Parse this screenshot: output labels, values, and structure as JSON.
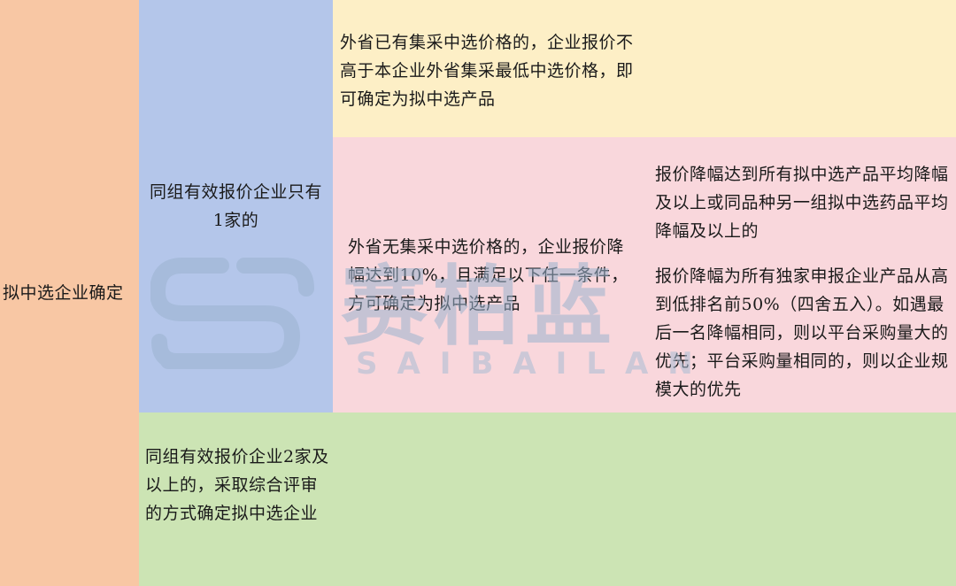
{
  "root": {
    "label": "拟中选企业确定"
  },
  "single_bidder": {
    "label": "同组有效报价企业只有1家的"
  },
  "has_provincial_price": {
    "text": "外省已有集采中选价格的，企业报价不高于本企业外省集采最低中选价格，即可确定为拟中选产品"
  },
  "no_provincial_price": {
    "text": "外省无集采中选价格的，企业报价降幅达到10%，且满足以下任一条件，方可确定为拟中选产品"
  },
  "conditions": [
    {
      "text": "报价降幅达到所有拟中选产品平均降幅及以上或同品种另一组拟中选药品平均降幅及以上的"
    },
    {
      "text": "报价降幅为所有独家申报企业产品从高到低排名前50%（四舍五入）。如遇最后一名降幅相同，则以平台采购量大的优先；平台采购量相同的，则以企业规模大的优先"
    }
  ],
  "multi_bidder": {
    "text": "同组有效报价企业2家及以上的，采取综合评审的方式确定拟中选企业"
  },
  "watermark": {
    "name": "赛柏蓝",
    "latin": "SAIBAILAN"
  },
  "colors": {
    "root": "#f8c7a4",
    "single_bidder": "#b4c6ea",
    "has_provincial_price": "#fdefc6",
    "no_provincial_price": "#f9d7dc",
    "multi_bidder": "#cce4b4"
  }
}
